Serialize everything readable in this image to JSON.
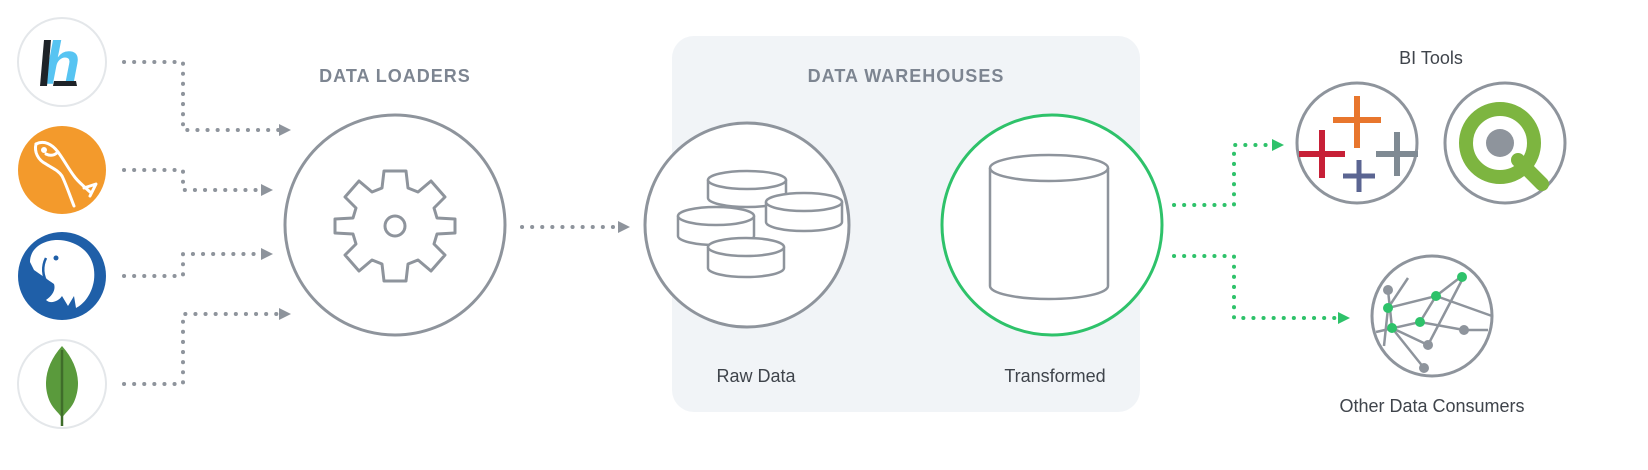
{
  "sections": {
    "loaders": "DATA LOADERS",
    "warehouses": "DATA WAREHOUSES"
  },
  "warehouse_captions": {
    "raw": "Raw Data",
    "transformed": "Transformed"
  },
  "consumers": {
    "bi_tools": "BI Tools",
    "other": "Other Data Consumers"
  },
  "logo_letters": {
    "source_1": "h"
  },
  "colors": {
    "connector_gray": "#8e949c",
    "connector_green": "#2ec26a",
    "ring_gray": "#8e949c",
    "ring_green": "#2ec26a",
    "warehouse_panel": "#f1f4f7",
    "source_1_accent": "#57c4f2",
    "source_2_bg": "#f39a2c",
    "source_3_bg": "#1f5fa8",
    "source_4_bg": "#5a9a3c",
    "bi_orange": "#e8762d",
    "bi_red": "#c72037",
    "bi_navy": "#5b6592",
    "bi_gray": "#7f8a93",
    "qlik_green": "#7db540"
  },
  "icons": {
    "source_1": "hourglass-h-icon",
    "source_2": "dolphin-icon",
    "source_3": "elephant-icon",
    "source_4": "leaf-icon",
    "loader": "gear-icon",
    "raw": "database-cluster-icon",
    "transformed": "database-icon",
    "bi_1": "plus-cluster-icon",
    "bi_2": "q-ring-icon",
    "other": "network-graph-icon"
  }
}
